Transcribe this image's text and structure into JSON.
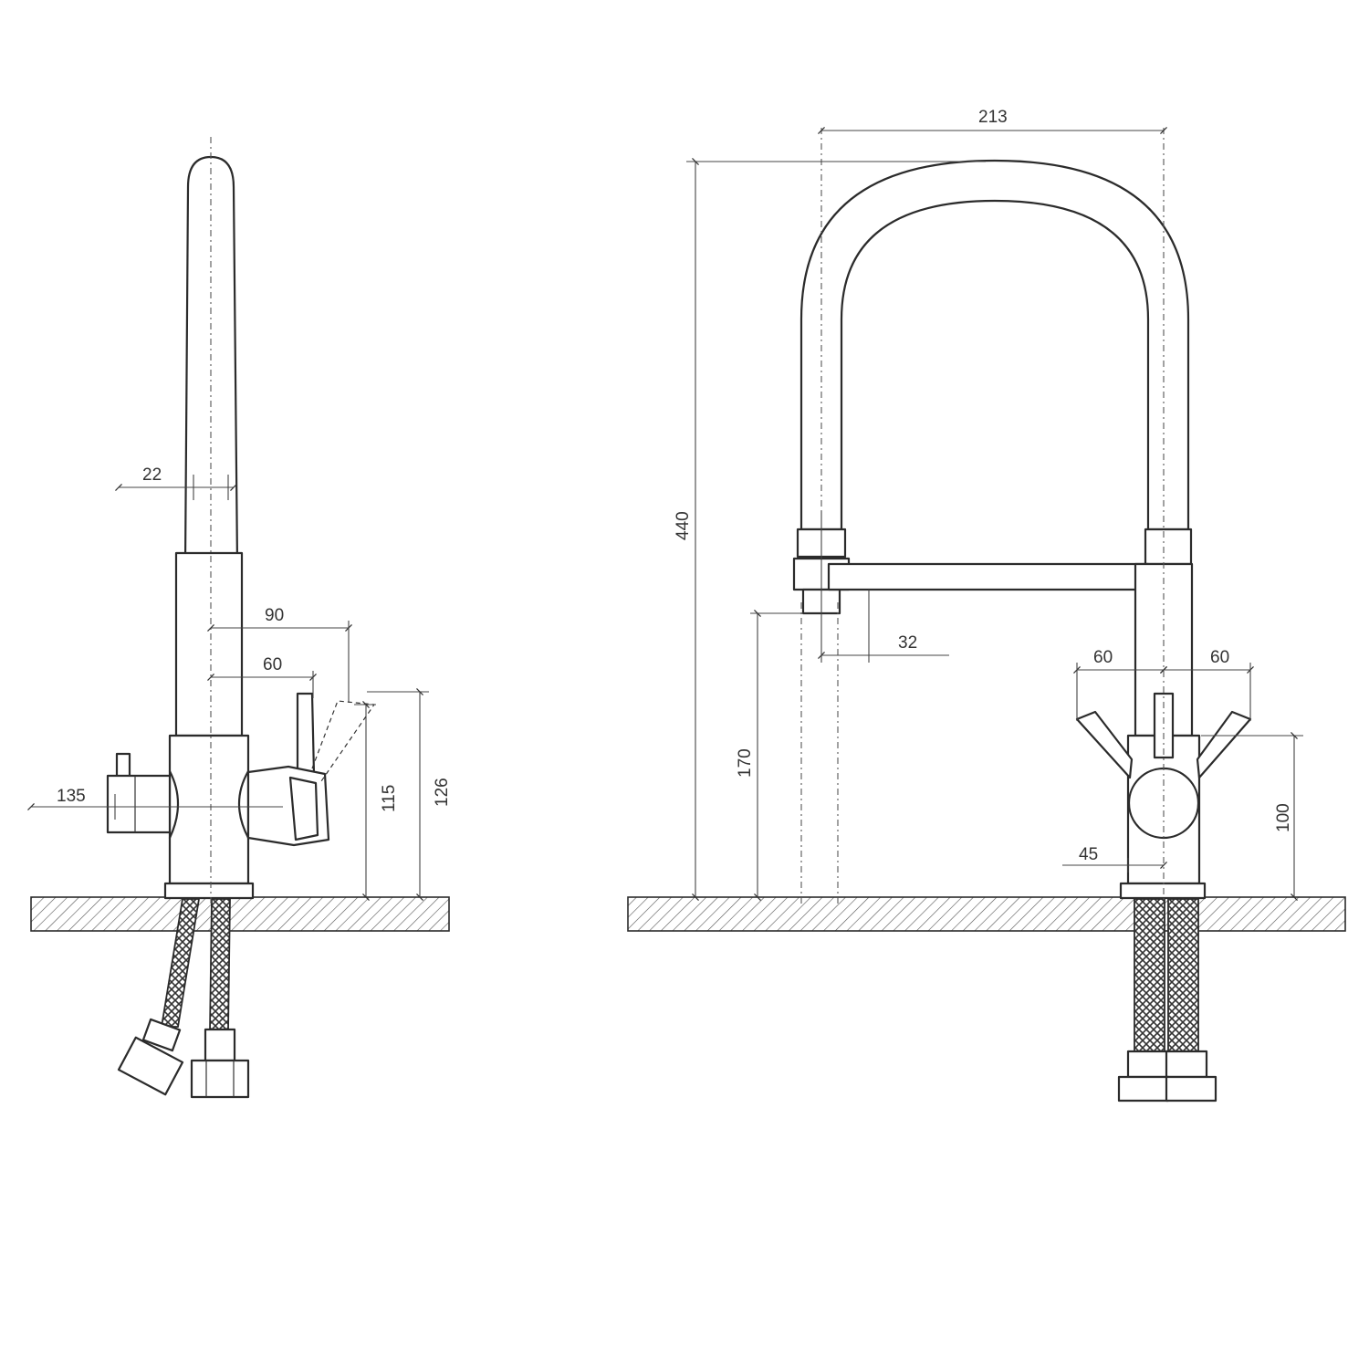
{
  "side_view": {
    "dims": {
      "spout_diameter": "22",
      "handle_reach_outer": "90",
      "handle_reach_inner": "60",
      "filter_handle_offset": "135",
      "handle_height": "115",
      "total_handle_height": "126"
    }
  },
  "front_view": {
    "dims": {
      "spout_width": "213",
      "overall_height": "440",
      "spout_height": "170",
      "nozzle_offset": "32",
      "handle_left": "60",
      "handle_right": "60",
      "body_width": "45",
      "body_height": "100"
    }
  },
  "colors": {
    "line": "#2b2b2b",
    "background": "#ffffff"
  }
}
